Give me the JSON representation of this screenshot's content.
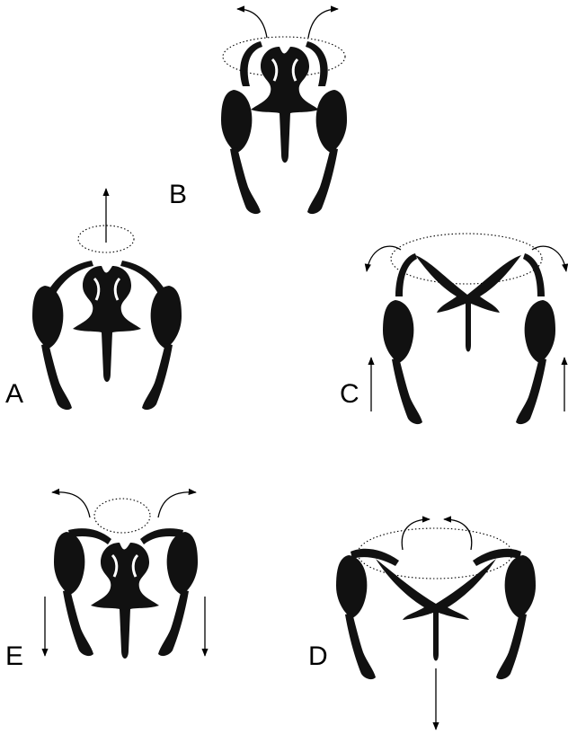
{
  "figure": {
    "panels": [
      {
        "id": "A",
        "label": "A"
      },
      {
        "id": "B",
        "label": "B"
      },
      {
        "id": "C",
        "label": "C"
      },
      {
        "id": "D",
        "label": "D"
      },
      {
        "id": "E",
        "label": "E"
      }
    ]
  }
}
